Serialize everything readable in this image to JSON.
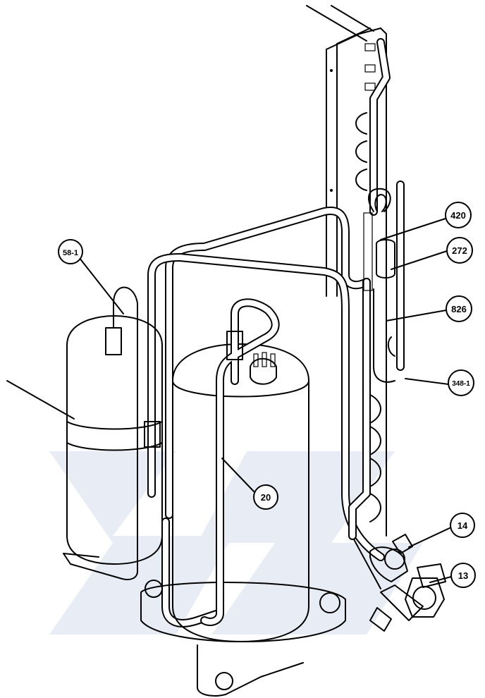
{
  "diagram": {
    "colors": {
      "line": "#000000",
      "watermark": "#e8edf5",
      "background": "#ffffff"
    },
    "callouts": [
      {
        "id": "c-58-1",
        "label": "58-1"
      },
      {
        "id": "c-420",
        "label": "420"
      },
      {
        "id": "c-272",
        "label": "272"
      },
      {
        "id": "c-826",
        "label": "826"
      },
      {
        "id": "c-348-1",
        "label": "348-1"
      },
      {
        "id": "c-20",
        "label": "20"
      },
      {
        "id": "c-14",
        "label": "14"
      },
      {
        "id": "c-13",
        "label": "13"
      }
    ]
  }
}
